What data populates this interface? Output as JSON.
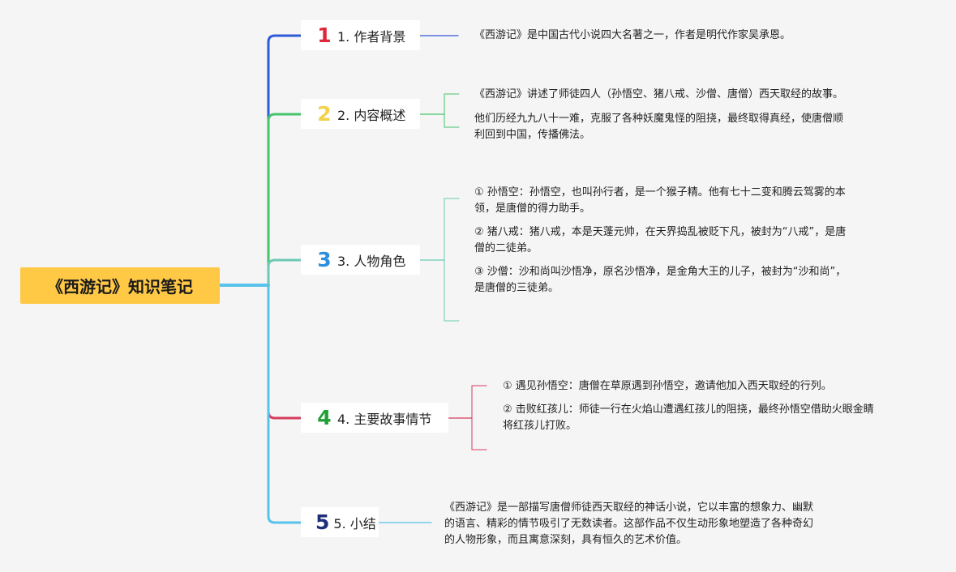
{
  "root": {
    "title": "《西游记》知识笔记"
  },
  "branches": [
    {
      "num": "1",
      "label": "1. 作者背景",
      "color": "#2e5bd6",
      "numColor": "#e0263a",
      "leaves": [
        {
          "lines": [
            "《西游记》是中国古代小说四大名著之一，作者是明代作家吴承恩。"
          ]
        }
      ]
    },
    {
      "num": "2",
      "label": "2. 内容概述",
      "color": "#45c46a",
      "numColor": "#f4d14b",
      "leaves": [
        {
          "lines": [
            "《西游记》讲述了师徒四人（孙悟空、猪八戒、沙僧、唐僧）西天取经的故事。"
          ]
        },
        {
          "lines": [
            "他们历经九九八十一难，克服了各种妖魔鬼怪的阻挠，最终取得真经，使唐僧顺",
            "利回到中国，传播佛法。"
          ]
        }
      ]
    },
    {
      "num": "3",
      "label": "3. 人物角色",
      "color": "#6cc9b4",
      "numColor": "#2e8fdc",
      "leaves": [
        {
          "lines": [
            "① 孙悟空：孙悟空，也叫孙行者，是一个猴子精。他有七十二变和腾云驾雾的本",
            "领，是唐僧的得力助手。"
          ]
        },
        {
          "lines": [
            "② 猪八戒：猪八戒，本是天蓬元帅，在天界捣乱被贬下凡，被封为“八戒”，是唐",
            "僧的二徒弟。"
          ]
        },
        {
          "lines": [
            "③ 沙僧：沙和尚叫沙悟净，原名沙悟净，是金角大王的儿子，被封为“沙和尚”，",
            "是唐僧的三徒弟。"
          ]
        }
      ]
    },
    {
      "num": "4",
      "label": "4. 主要故事情节",
      "color": "#d63c5e",
      "numColor": "#22a035",
      "leaves": [
        {
          "lines": [
            "① 遇见孙悟空：唐僧在草原遇到孙悟空，邀请他加入西天取经的行列。"
          ]
        },
        {
          "lines": [
            "② 击败红孩儿：师徒一行在火焰山遭遇红孩儿的阻挠，最终孙悟空借助火眼金睛",
            "将红孩儿打败。"
          ]
        }
      ]
    },
    {
      "num": "5",
      "label": "5. 小结",
      "color": "#56c3ea",
      "numColor": "#1e2f7a",
      "leaves": [
        {
          "lines": [
            "《西游记》是一部描写唐僧师徒西天取经的神话小说，它以丰富的想象力、幽默",
            "的语言、精彩的情节吸引了无数读者。这部作品不仅生动形象地塑造了各种奇幻",
            "的人物形象，而且寓意深刻，具有恒久的艺术价值。"
          ]
        }
      ]
    }
  ]
}
